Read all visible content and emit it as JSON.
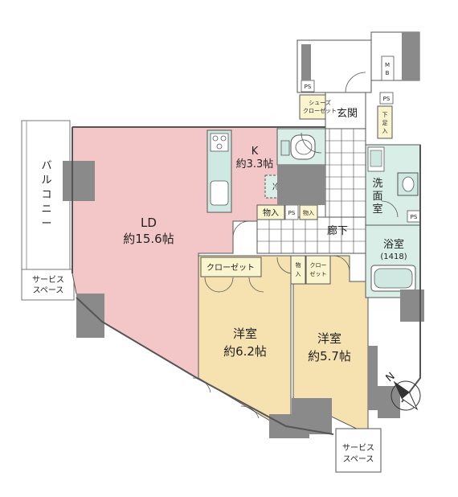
{
  "colors": {
    "ld": "#f3c7c8",
    "western": "#f5e2b0",
    "wet": "#d9eee7",
    "fixture": "#cfe9e2",
    "wall": "#8a8a8a",
    "closet": "#fbf5cf",
    "floor": "#ffffff"
  },
  "rooms": {
    "ld": {
      "name": "LD",
      "size": "約15.6帖"
    },
    "kitchen": {
      "name": "K",
      "size": "約3.3帖"
    },
    "western1": {
      "name": "洋室",
      "size": "約6.2帖"
    },
    "western2": {
      "name": "洋室",
      "size": "約5.7帖"
    },
    "washroom": {
      "line1": "洗",
      "line2": "面",
      "line3": "室"
    },
    "bath": {
      "name": "浴室",
      "size": "(1418)"
    },
    "entrance": "玄関",
    "hallway": "廊下"
  },
  "labels": {
    "balcony": [
      "バ",
      "ル",
      "コ",
      "ニ",
      "ー"
    ],
    "service_left": [
      "サービス",
      "スペース"
    ],
    "service_bottom": [
      "サービス",
      "スペース"
    ],
    "closet": "クローゼット",
    "closet2": [
      "クロー",
      "ゼット"
    ],
    "storage1": "物入",
    "storage2": "物入",
    "storage3": [
      "物",
      "入"
    ],
    "ps": [
      "PS",
      "PS",
      "PS",
      "PS"
    ],
    "mb": [
      "M",
      "B"
    ],
    "fridge": "冷",
    "shoe_box": [
      "シューズ",
      "クローゼット"
    ],
    "shoe_storage": [
      "下",
      "足",
      "入"
    ]
  },
  "compass": {
    "label": "N"
  }
}
